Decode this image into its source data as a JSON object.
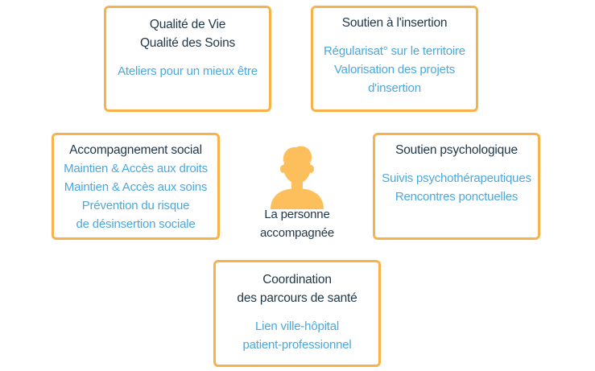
{
  "accent_color": "#f9b24a",
  "title_color": "#1f3648",
  "item_color": "#4ba8dd",
  "person_icon_color": "#fdbf5b",
  "center": {
    "icon": "person-icon",
    "label_line1": "La personne",
    "label_line2": "accompagnée"
  },
  "qualite": {
    "title_line1": "Qualité de Vie",
    "title_line2": "Qualité des Soins",
    "items": [
      "Ateliers pour un mieux être"
    ]
  },
  "insertion": {
    "title": "Soutien à l'insertion",
    "items": [
      "Régularisat° sur le territoire",
      "Valorisation des projets",
      "d'insertion"
    ]
  },
  "social": {
    "title": "Accompagnement social",
    "items": [
      "Maintien & Accès aux droits",
      "Maintien & Accès aux soins",
      "Prévention du risque",
      "de désinsertion sociale"
    ]
  },
  "psy": {
    "title": "Soutien psychologique",
    "items": [
      "Suivis psychothérapeutiques",
      "Rencontres ponctuelles"
    ]
  },
  "coordination": {
    "title_line1": "Coordination",
    "title_line2": "des parcours de santé",
    "items": [
      "Lien ville-hôpital",
      "patient-professionnel"
    ]
  }
}
